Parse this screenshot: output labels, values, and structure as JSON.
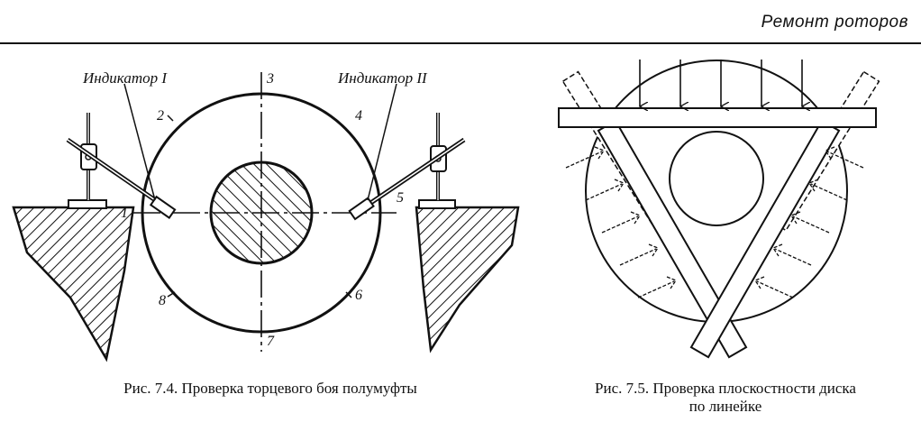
{
  "header": {
    "title": "Ремонт роторов"
  },
  "figure_74": {
    "indicator_left": "Индикатор I",
    "indicator_right": "Индикатор II",
    "points": [
      "1",
      "2",
      "3",
      "4",
      "5",
      "6",
      "7",
      "8"
    ],
    "caption": "Рис. 7.4. Проверка торцевого боя полумуфты"
  },
  "figure_75": {
    "caption_line1": "Рис. 7.5. Проверка плоскостности диска",
    "caption_line2": "по линейке"
  }
}
